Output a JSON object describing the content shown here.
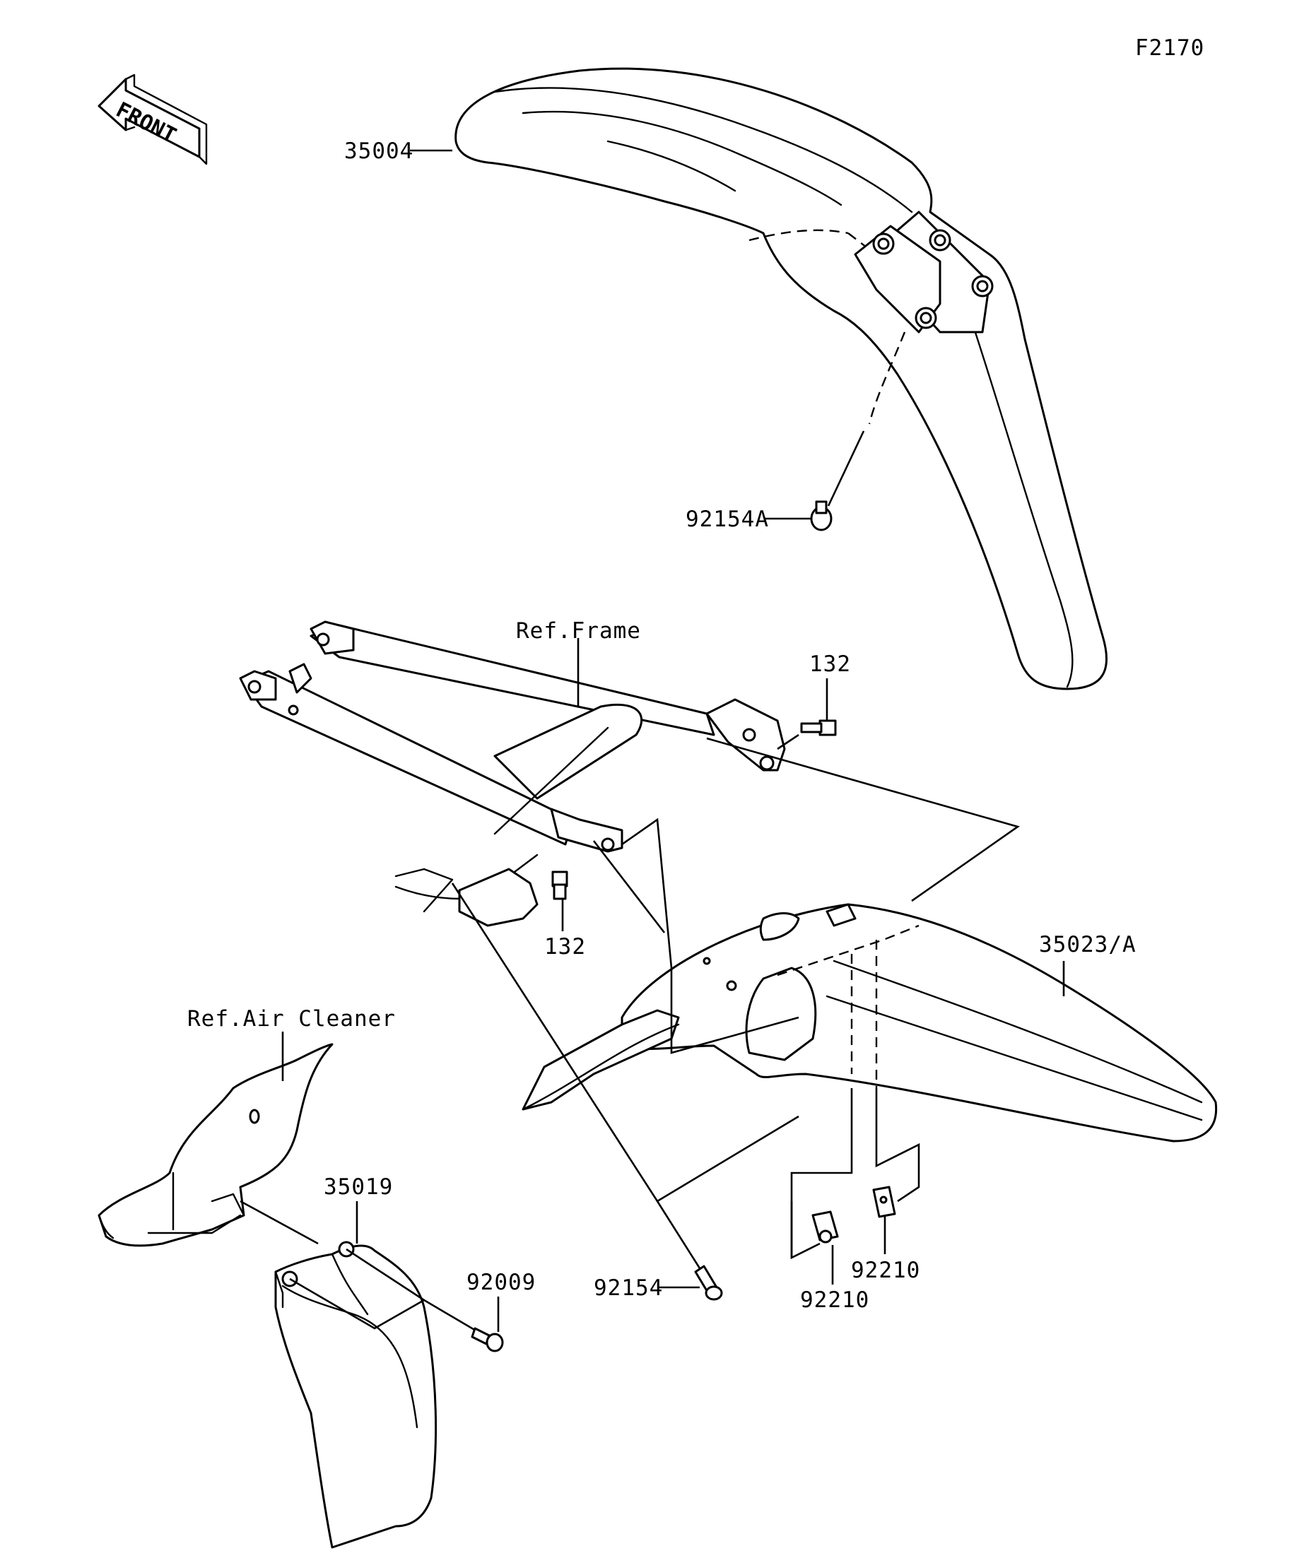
{
  "figure_code": "F2170",
  "front_label": "FRONT",
  "labels": {
    "front_fender": "35004",
    "front_fender_bolt": "92154A",
    "ref_frame": "Ref.Frame",
    "bolt_132_upper": "132",
    "bolt_132_lower": "132",
    "rear_fender": "35023/A",
    "ref_air_cleaner": "Ref.Air Cleaner",
    "flap": "35019",
    "flap_screw": "92009",
    "rear_fender_bolt": "92154",
    "nut_left": "92210",
    "nut_right": "92210"
  }
}
